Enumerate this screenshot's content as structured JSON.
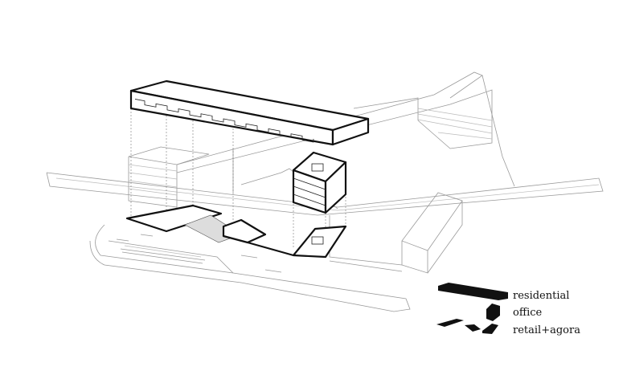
{
  "legend": {
    "items": [
      {
        "label": "residential",
        "icon": "residential-slab-icon"
      },
      {
        "label": "office",
        "icon": "office-block-icon"
      },
      {
        "label": "retail+agora",
        "icon": "retail-footprint-icon"
      }
    ]
  },
  "colors": {
    "line": "#111111",
    "context": "#9a9a9a"
  }
}
